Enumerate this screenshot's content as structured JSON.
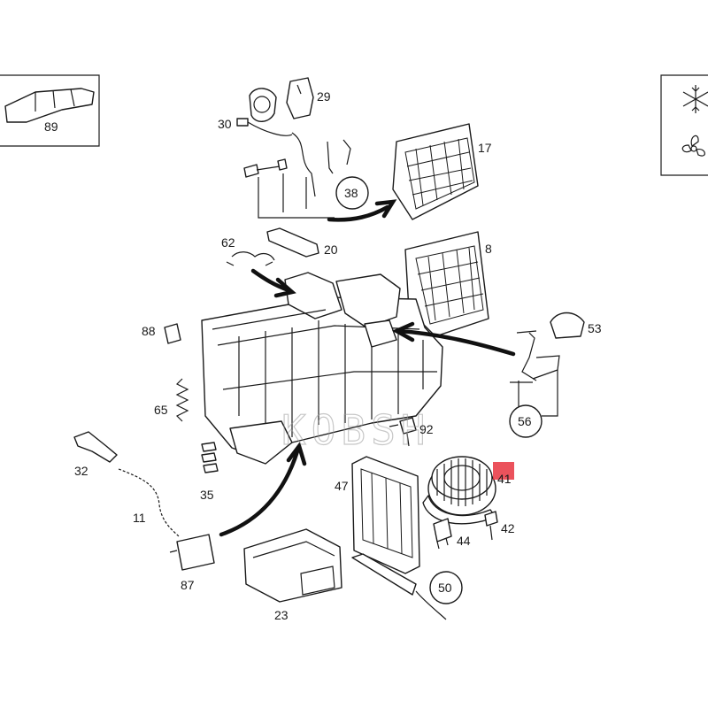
{
  "watermark": "KOBSH",
  "highlight_color": "#e8343f",
  "legend_icons": [
    "snowflake-icon",
    "fan-icon"
  ],
  "parts": [
    {
      "key": "p89",
      "number": "89"
    },
    {
      "key": "p29",
      "number": "29"
    },
    {
      "key": "p30",
      "number": "30"
    },
    {
      "key": "p17",
      "number": "17"
    },
    {
      "key": "p38",
      "number": "38"
    },
    {
      "key": "p62",
      "number": "62"
    },
    {
      "key": "p20",
      "number": "20"
    },
    {
      "key": "p8",
      "number": "8"
    },
    {
      "key": "p88",
      "number": "88"
    },
    {
      "key": "p53",
      "number": "53"
    },
    {
      "key": "p65",
      "number": "65"
    },
    {
      "key": "p56",
      "number": "56"
    },
    {
      "key": "p92",
      "number": "92"
    },
    {
      "key": "p32",
      "number": "32"
    },
    {
      "key": "p35",
      "number": "35"
    },
    {
      "key": "p47",
      "number": "47"
    },
    {
      "key": "p41",
      "number": "41"
    },
    {
      "key": "p11",
      "number": "11"
    },
    {
      "key": "p42",
      "number": "42"
    },
    {
      "key": "p44",
      "number": "44"
    },
    {
      "key": "p87",
      "number": "87"
    },
    {
      "key": "p50",
      "number": "50"
    },
    {
      "key": "p23",
      "number": "23"
    }
  ]
}
